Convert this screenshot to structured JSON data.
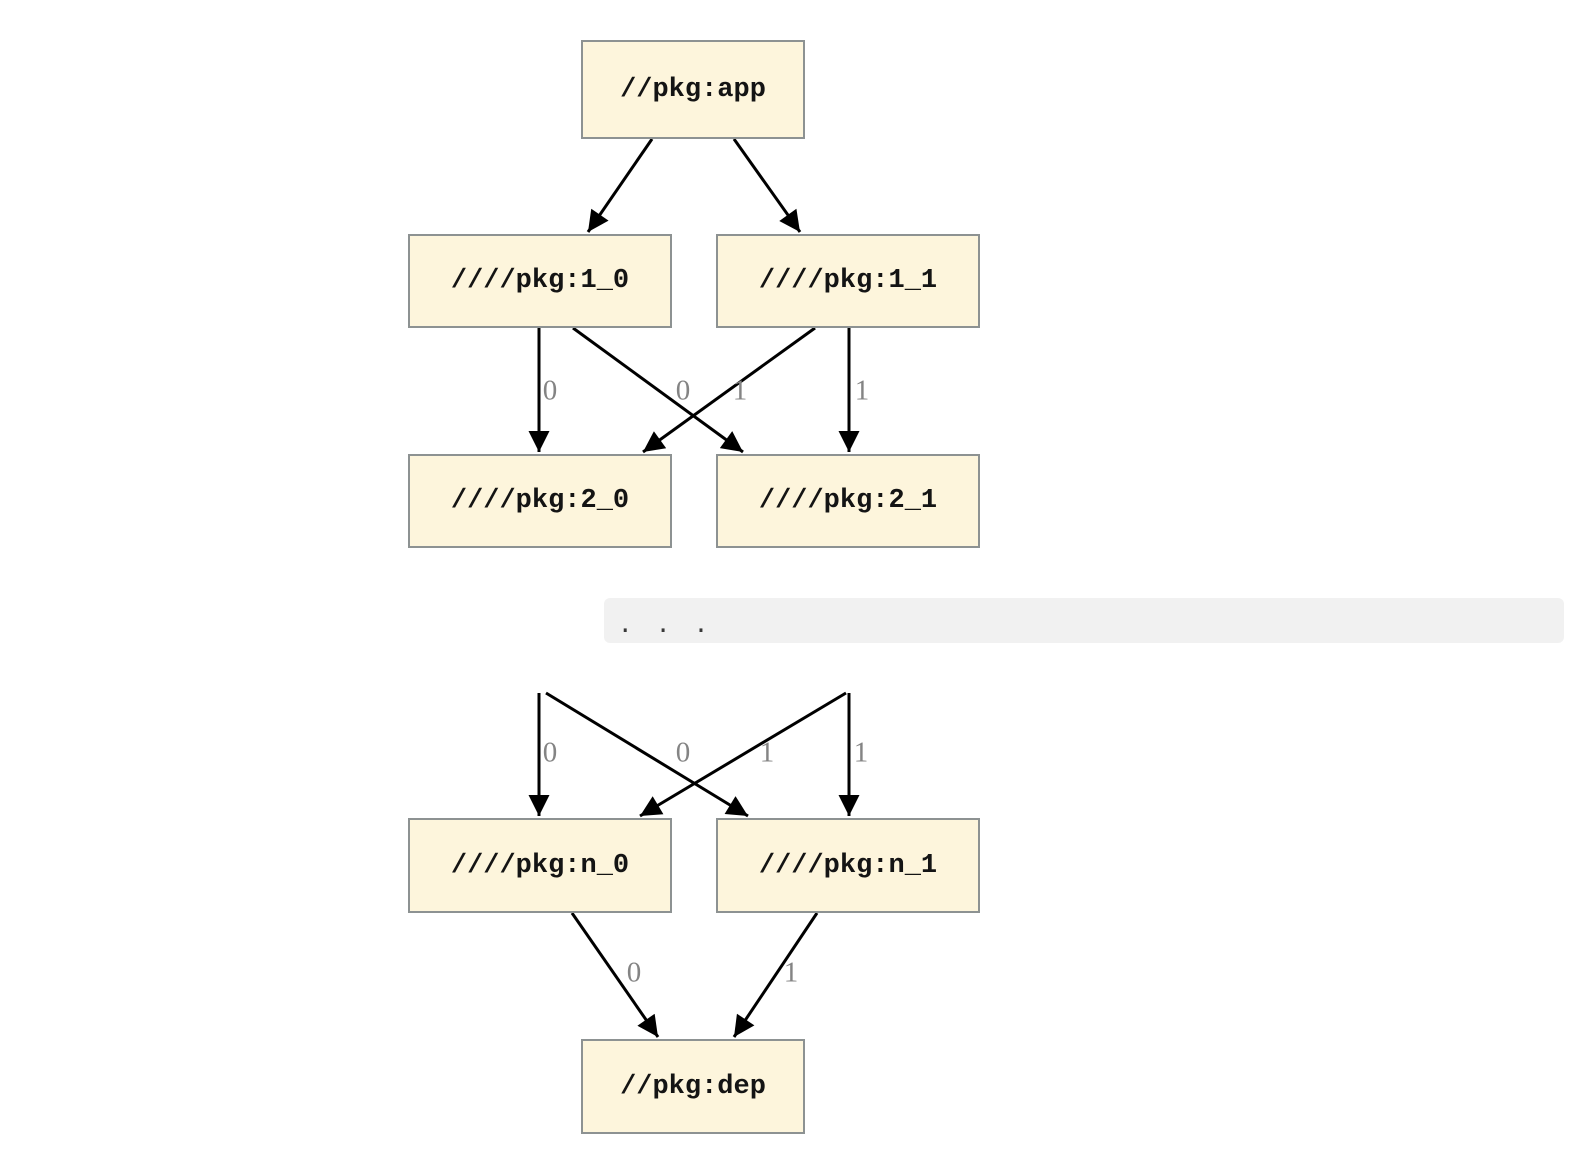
{
  "graph": {
    "nodes": [
      {
        "id": "app",
        "label": "//pkg:app"
      },
      {
        "id": "1_0",
        "label": "////pkg:1_0"
      },
      {
        "id": "1_1",
        "label": "////pkg:1_1"
      },
      {
        "id": "2_0",
        "label": "////pkg:2_0"
      },
      {
        "id": "2_1",
        "label": "////pkg:2_1"
      },
      {
        "id": "n_0",
        "label": "////pkg:n_0"
      },
      {
        "id": "n_1",
        "label": "////pkg:n_1"
      },
      {
        "id": "dep",
        "label": "//pkg:dep"
      }
    ],
    "edges": [
      {
        "from": "//pkg:app",
        "to": "////pkg:1_0",
        "label": ""
      },
      {
        "from": "//pkg:app",
        "to": "////pkg:1_1",
        "label": ""
      },
      {
        "from": "////pkg:1_0",
        "to": "////pkg:2_0",
        "label": "0"
      },
      {
        "from": "////pkg:1_0",
        "to": "////pkg:2_1",
        "label": "0"
      },
      {
        "from": "////pkg:1_1",
        "to": "////pkg:2_0",
        "label": "1"
      },
      {
        "from": "////pkg:1_1",
        "to": "////pkg:2_1",
        "label": "1"
      },
      {
        "from": "...",
        "to": "////pkg:n_0",
        "label": "0"
      },
      {
        "from": "...",
        "to": "////pkg:n_1",
        "label": "0"
      },
      {
        "from": "...",
        "to": "////pkg:n_0",
        "label": "1"
      },
      {
        "from": "...",
        "to": "////pkg:n_1",
        "label": "1"
      },
      {
        "from": "////pkg:n_0",
        "to": "//pkg:dep",
        "label": "0"
      },
      {
        "from": "////pkg:n_1",
        "to": "//pkg:dep",
        "label": "1"
      }
    ],
    "ellipsis_text": ". . .",
    "colors": {
      "page_bg": "#ffffff",
      "node_fill": "#fdf5dc",
      "node_border": "#8d9292",
      "node_text": "#141414",
      "edge_line": "#000000",
      "edge_label_text": "#848484",
      "ellipsis_bar_bg": "#f1f1f1",
      "ellipsis_text_color": "#383838"
    }
  }
}
